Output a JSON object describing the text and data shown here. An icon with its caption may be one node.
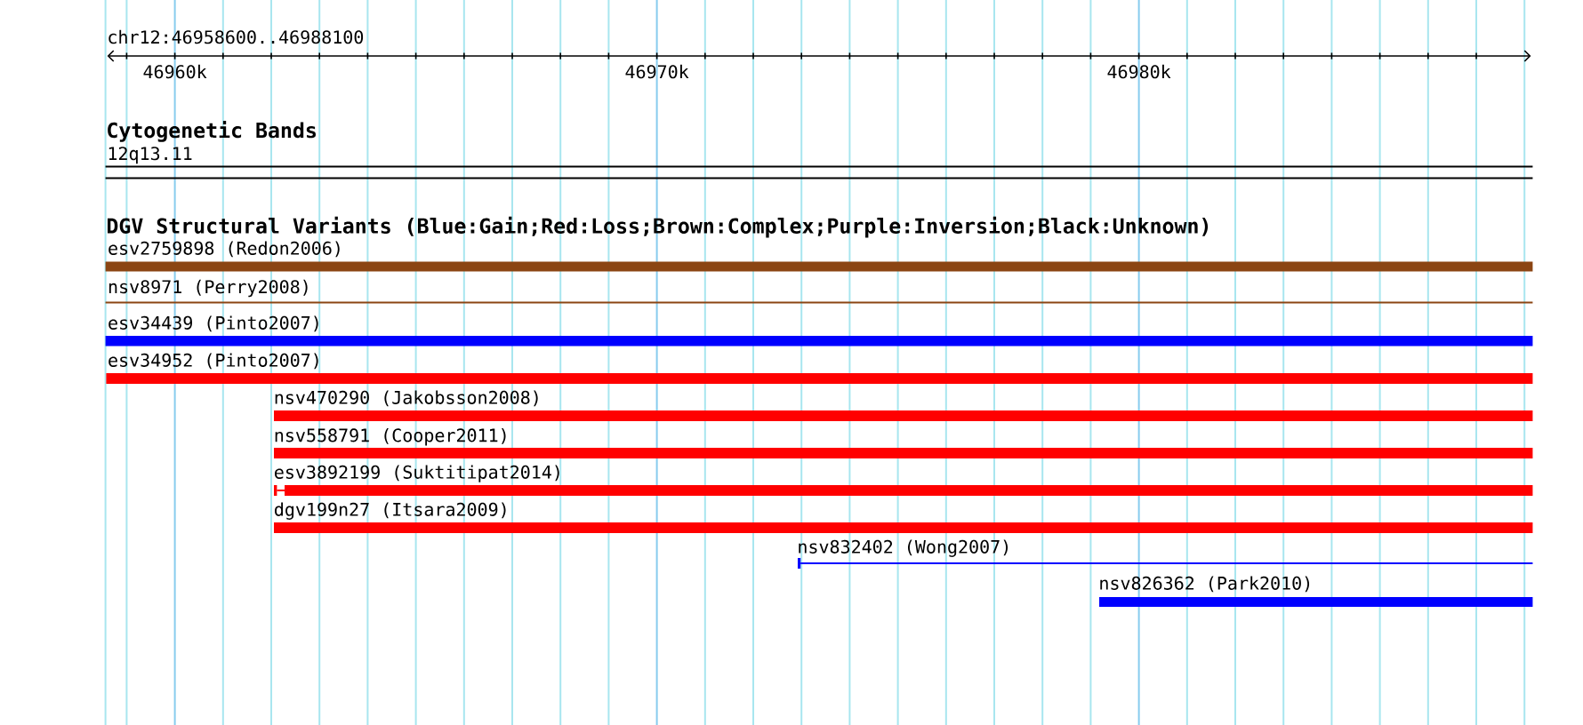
{
  "diagram": {
    "nodes": [
      {
        "text": [
          "12q13.11"
        ]
      },
      {
        "text": [
          "esv2759898 (Redon2006)"
        ]
      },
      {
        "text": [
          "nsv8971 (Perry2008)"
        ]
      },
      {
        "text": [
          "esv34439 (Pinto2007)"
        ]
      },
      {
        "text": [
          "esv34952 (Pinto2007)"
        ]
      },
      {
        "text": [
          "nsv470290 (Jakobsson2008)"
        ]
      },
      {
        "text": [
          "nsv558791 (Cooper2011)"
        ]
      },
      {
        "text": [
          "esv3892199 (Suktitipat2014)"
        ]
      },
      {
        "text": [
          "dgv199n27 (Itsara2009)"
        ]
      },
      {
        "text": [
          "nsv832402 (Wong2007)"
        ]
      },
      {
        "text": [
          "nsv826362 (Park2010)"
        ]
      }
    ],
    "labels": [
      "chr12:46958600..46988100",
      "46960k",
      "46970k",
      "46980k",
      "Cytogenetic Bands",
      "DGV Structural Variants (Blue:Gain;Red:Loss;Brown:Complex;Purple:Inversion;Black:Unknown)"
    ]
  }
}
